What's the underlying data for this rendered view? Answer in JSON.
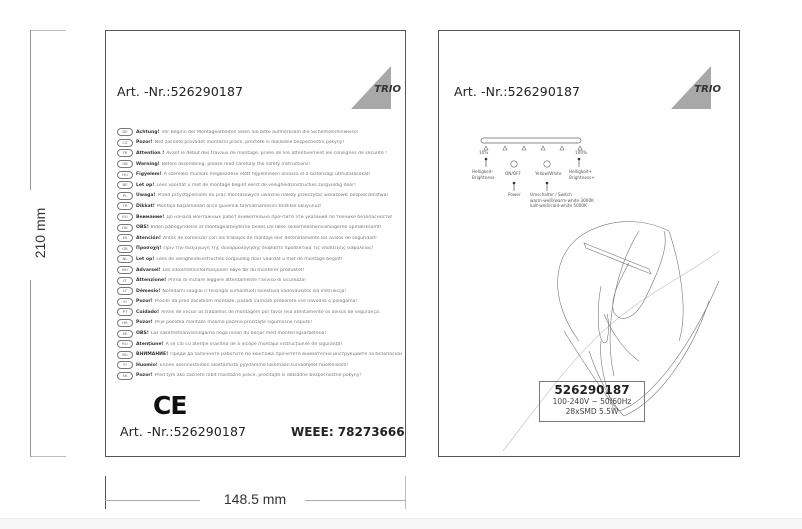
{
  "dimensions": {
    "height_label": "210 mm",
    "width_label": "148.5 mm"
  },
  "left_page": {
    "art_nr_top": "Art. -Nr.:526290187",
    "logo_text": "TRIO",
    "warnings": [
      {
        "lang": "DE",
        "title": "Achtung!",
        "text": "Vor Beginn der Montagearbeiten lesen Sie bitte aufmerksam die Sicherheitshinweise!"
      },
      {
        "lang": "CZ",
        "title": "Pozor!",
        "text": "Než začnete provádět montážní práce, přečtěte si důkladně bezpečnostní pokyny!"
      },
      {
        "lang": "FR",
        "title": "Attention !",
        "text": "Avant le début des travaux de montage, prière de lire attentivement les consignes de sécurité !"
      },
      {
        "lang": "GB",
        "title": "Warning!",
        "text": "Before assembling, please read carefully the safety instructions!"
      },
      {
        "lang": "HU",
        "title": "Figyelem!",
        "text": "A szerelési munkák megkezdése előtt figyelmesen olvassa el a biztonsági útmutatásokat!"
      },
      {
        "lang": "BE",
        "title": "Let op!",
        "text": "Lees voordat u met de montage begint eerst de veiligheidsinstructies zorgvuldig door!"
      },
      {
        "lang": "PL",
        "title": "Uwaga!",
        "text": "Przed przystąpieniem do prac montażowych uważnie należy przeczytać wskazówki bezpieczeństwa!"
      },
      {
        "lang": "TR",
        "title": "Dikkat!",
        "text": "Montaja başlamadan önce güvenlik talimatnamesini titizlikle okuyunuz!"
      },
      {
        "lang": "RU",
        "title": "Внимание!",
        "text": "До начала монтажных работ внимательно прочтите эти указания по технике безопасности!"
      },
      {
        "lang": "DK",
        "title": "OBS!",
        "text": "Inden påbegyndelse af montagearbejderne bedes De læse sikkerhedshenvisningerne opmærksomt!"
      },
      {
        "lang": "ES",
        "title": "Atención!",
        "text": "Antes de comenzar con los trabajos de montaje leer detenidamente los avisos de seguridad!"
      },
      {
        "lang": "GR",
        "title": "Προσοχή!",
        "text": "Πριν την διεξαγωγή της συναρμολόγησης διαβάστε προσεκτικά τις υποδείξεις ασφαλείας!"
      },
      {
        "lang": "NL",
        "title": "Let op!",
        "text": "Lees de veiligheidsinstructies zorgvuldig door voordat u met de montage begint!"
      },
      {
        "lang": "NO",
        "title": "Advarsel!",
        "text": "Les sikkerhetsinformasjonen nøye før du monterer produktet!"
      },
      {
        "lang": "IT",
        "title": "Attenzione!",
        "text": "Prima di iniziare leggere attentamente l'avviso di sicurezza!"
      },
      {
        "lang": "LT",
        "title": "Dėmesio!",
        "text": "Norėdami saugiai ir teisingai sumontuoti šviestuvą vadovaukitės šia instrukcija!"
      },
      {
        "lang": "SI",
        "title": "Pozor!",
        "text": "Prosim da pred začetkom montaže, pazadi varnosti preberete vse navodila o pologama!"
      },
      {
        "lang": "PT",
        "title": "Cuidado!",
        "text": "Antes de iniciar os trabalhos de montagem por favor leia atentamente os avisos de segurança."
      },
      {
        "lang": "HR",
        "title": "Pozor!",
        "text": "Prije početka montaže molimo pazeno pročitajte sigurnosne napute!"
      },
      {
        "lang": "SE",
        "title": "OBS!",
        "text": "Läs säkerhetsanvisningarna noga innan du börjar med monteringsarbetena!"
      },
      {
        "lang": "RO",
        "title": "Atenţiune!",
        "text": "A se citi cu atenţie înaintea de a incepe montajul instrucţiunile de siguranţă!"
      },
      {
        "lang": "BG",
        "title": "ВНИМАНИЕ!",
        "text": "Преди да започнете работите по монтажа прочетете внимателно инструкциите за безопасност!"
      },
      {
        "lang": "FI",
        "title": "Huomio!",
        "text": "Ennen asennustöiden aloittamista pyydämme lukemaan turvaohjeet huolellisesti!"
      },
      {
        "lang": "SK",
        "title": "Pozor!",
        "text": "Pred tým ako začnete robiť montážne práce, prečítajte si dôkladne bezpečnostné pokyny!"
      }
    ],
    "ce_mark": "CE",
    "art_nr_bottom": "Art. -Nr.:526290187",
    "weee": "WEEE: 78273666"
  },
  "right_page": {
    "art_nr_top": "Art. -Nr.:526290187",
    "logo_text": "TRIO",
    "control_panel": {
      "min_label": "10%",
      "max_label": "100%",
      "brightness_minus": [
        "Helligkeit-",
        "Brightness-"
      ],
      "brightness_plus": [
        "Helligkeit+",
        "Brightness+"
      ],
      "on_off": "ON/OFF",
      "power": "Power",
      "yellow_white": "Yellow/White",
      "switch_lines": [
        "Umschalter / Switch",
        "warm-weiß/warm-white 3000K",
        "kalt-weiß/cold-white 5000K"
      ]
    },
    "spec_box": {
      "article": "526290187",
      "voltage": "100-240V ~ 50/60Hz",
      "leds": "28xSMD 5.5W"
    }
  }
}
